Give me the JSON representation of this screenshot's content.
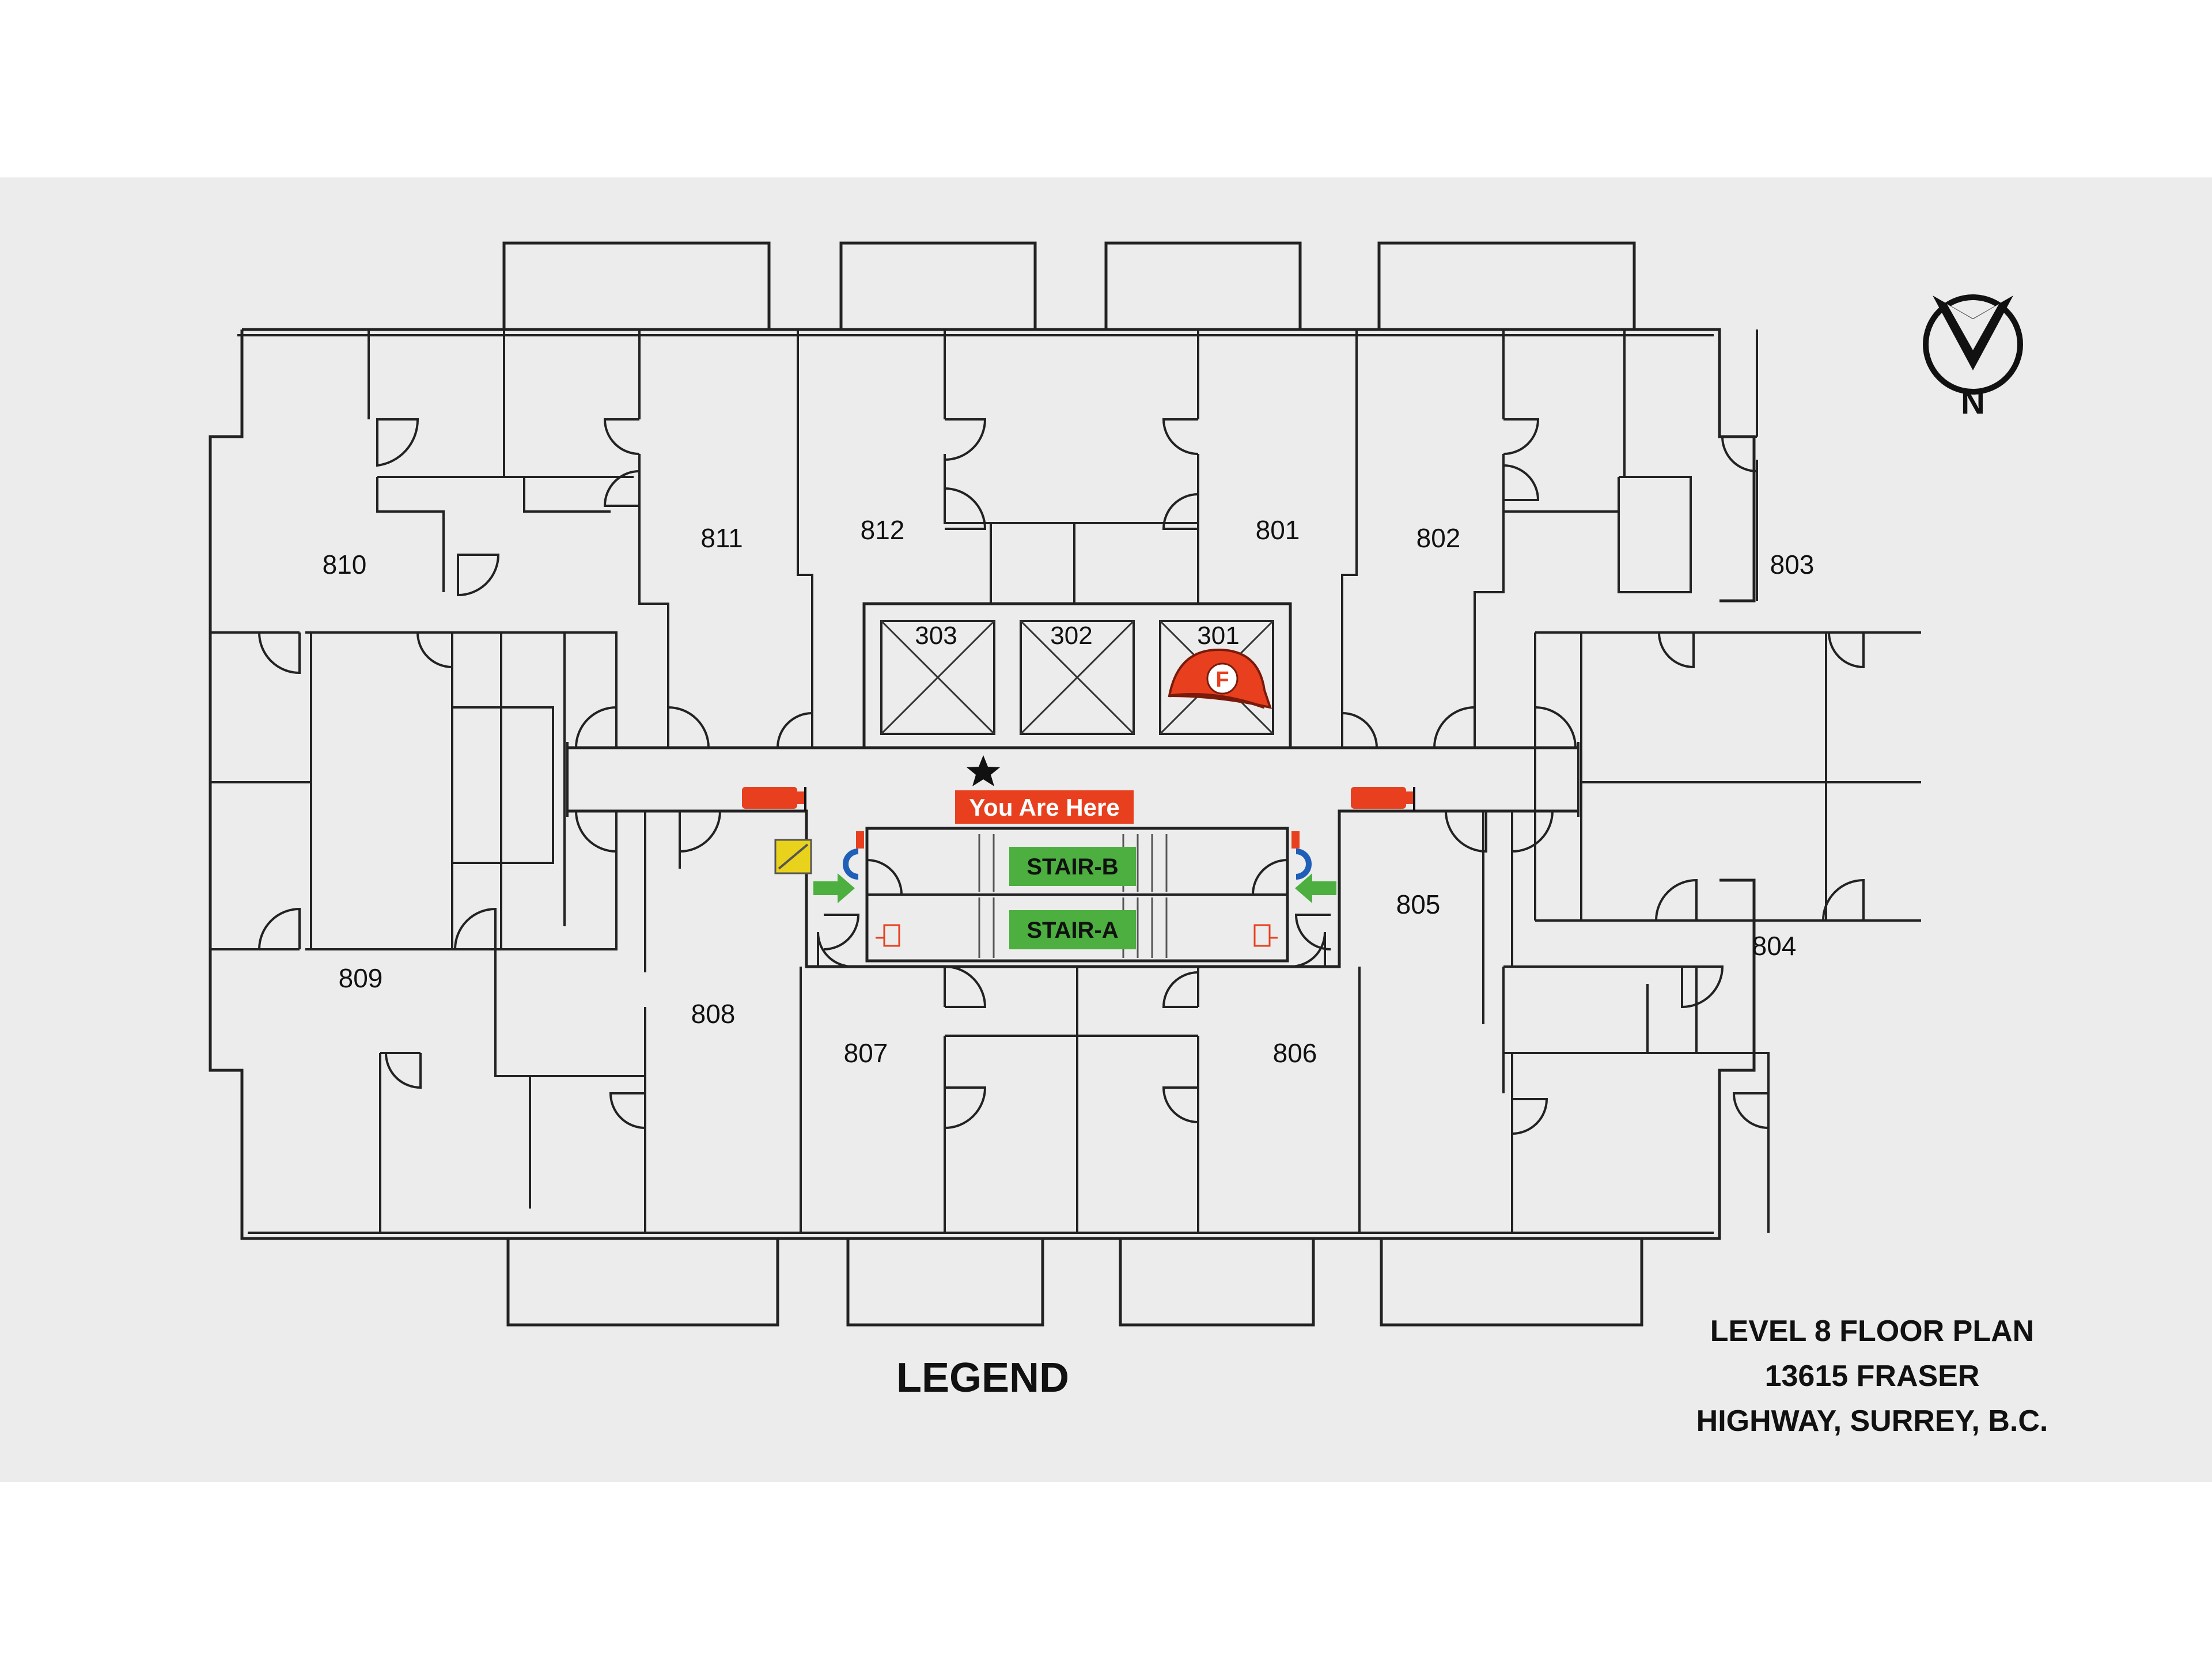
{
  "floor_plan": {
    "title_lines": [
      "LEVEL 8 FLOOR PLAN",
      "13615 FRASER",
      "HIGHWAY, SURREY, B.C."
    ],
    "legend_title": "LEGEND",
    "you_are_here": "You Are Here",
    "compass_letter": "N",
    "fire_marker_letter": "F",
    "units": [
      "801",
      "802",
      "803",
      "804",
      "805",
      "806",
      "807",
      "808",
      "809",
      "810",
      "811",
      "812"
    ],
    "elevators": [
      "303",
      "302",
      "301"
    ],
    "stairs": [
      "STAIR-B",
      "STAIR-A"
    ],
    "icons": [
      "compass-icon",
      "star-icon",
      "fire-helmet-icon",
      "fire-extinguisher-icon",
      "fire-hose-icon",
      "exit-arrow-icon",
      "pull-station-icon",
      "fire-panel-icon"
    ]
  },
  "colors": {
    "sheet_background": "#ececec",
    "wall": "#222222",
    "fire_red": "#e8401f",
    "exit_green": "#4caf3f",
    "panel_yellow": "#e9d21b",
    "hose_blue": "#1f5fb8"
  }
}
